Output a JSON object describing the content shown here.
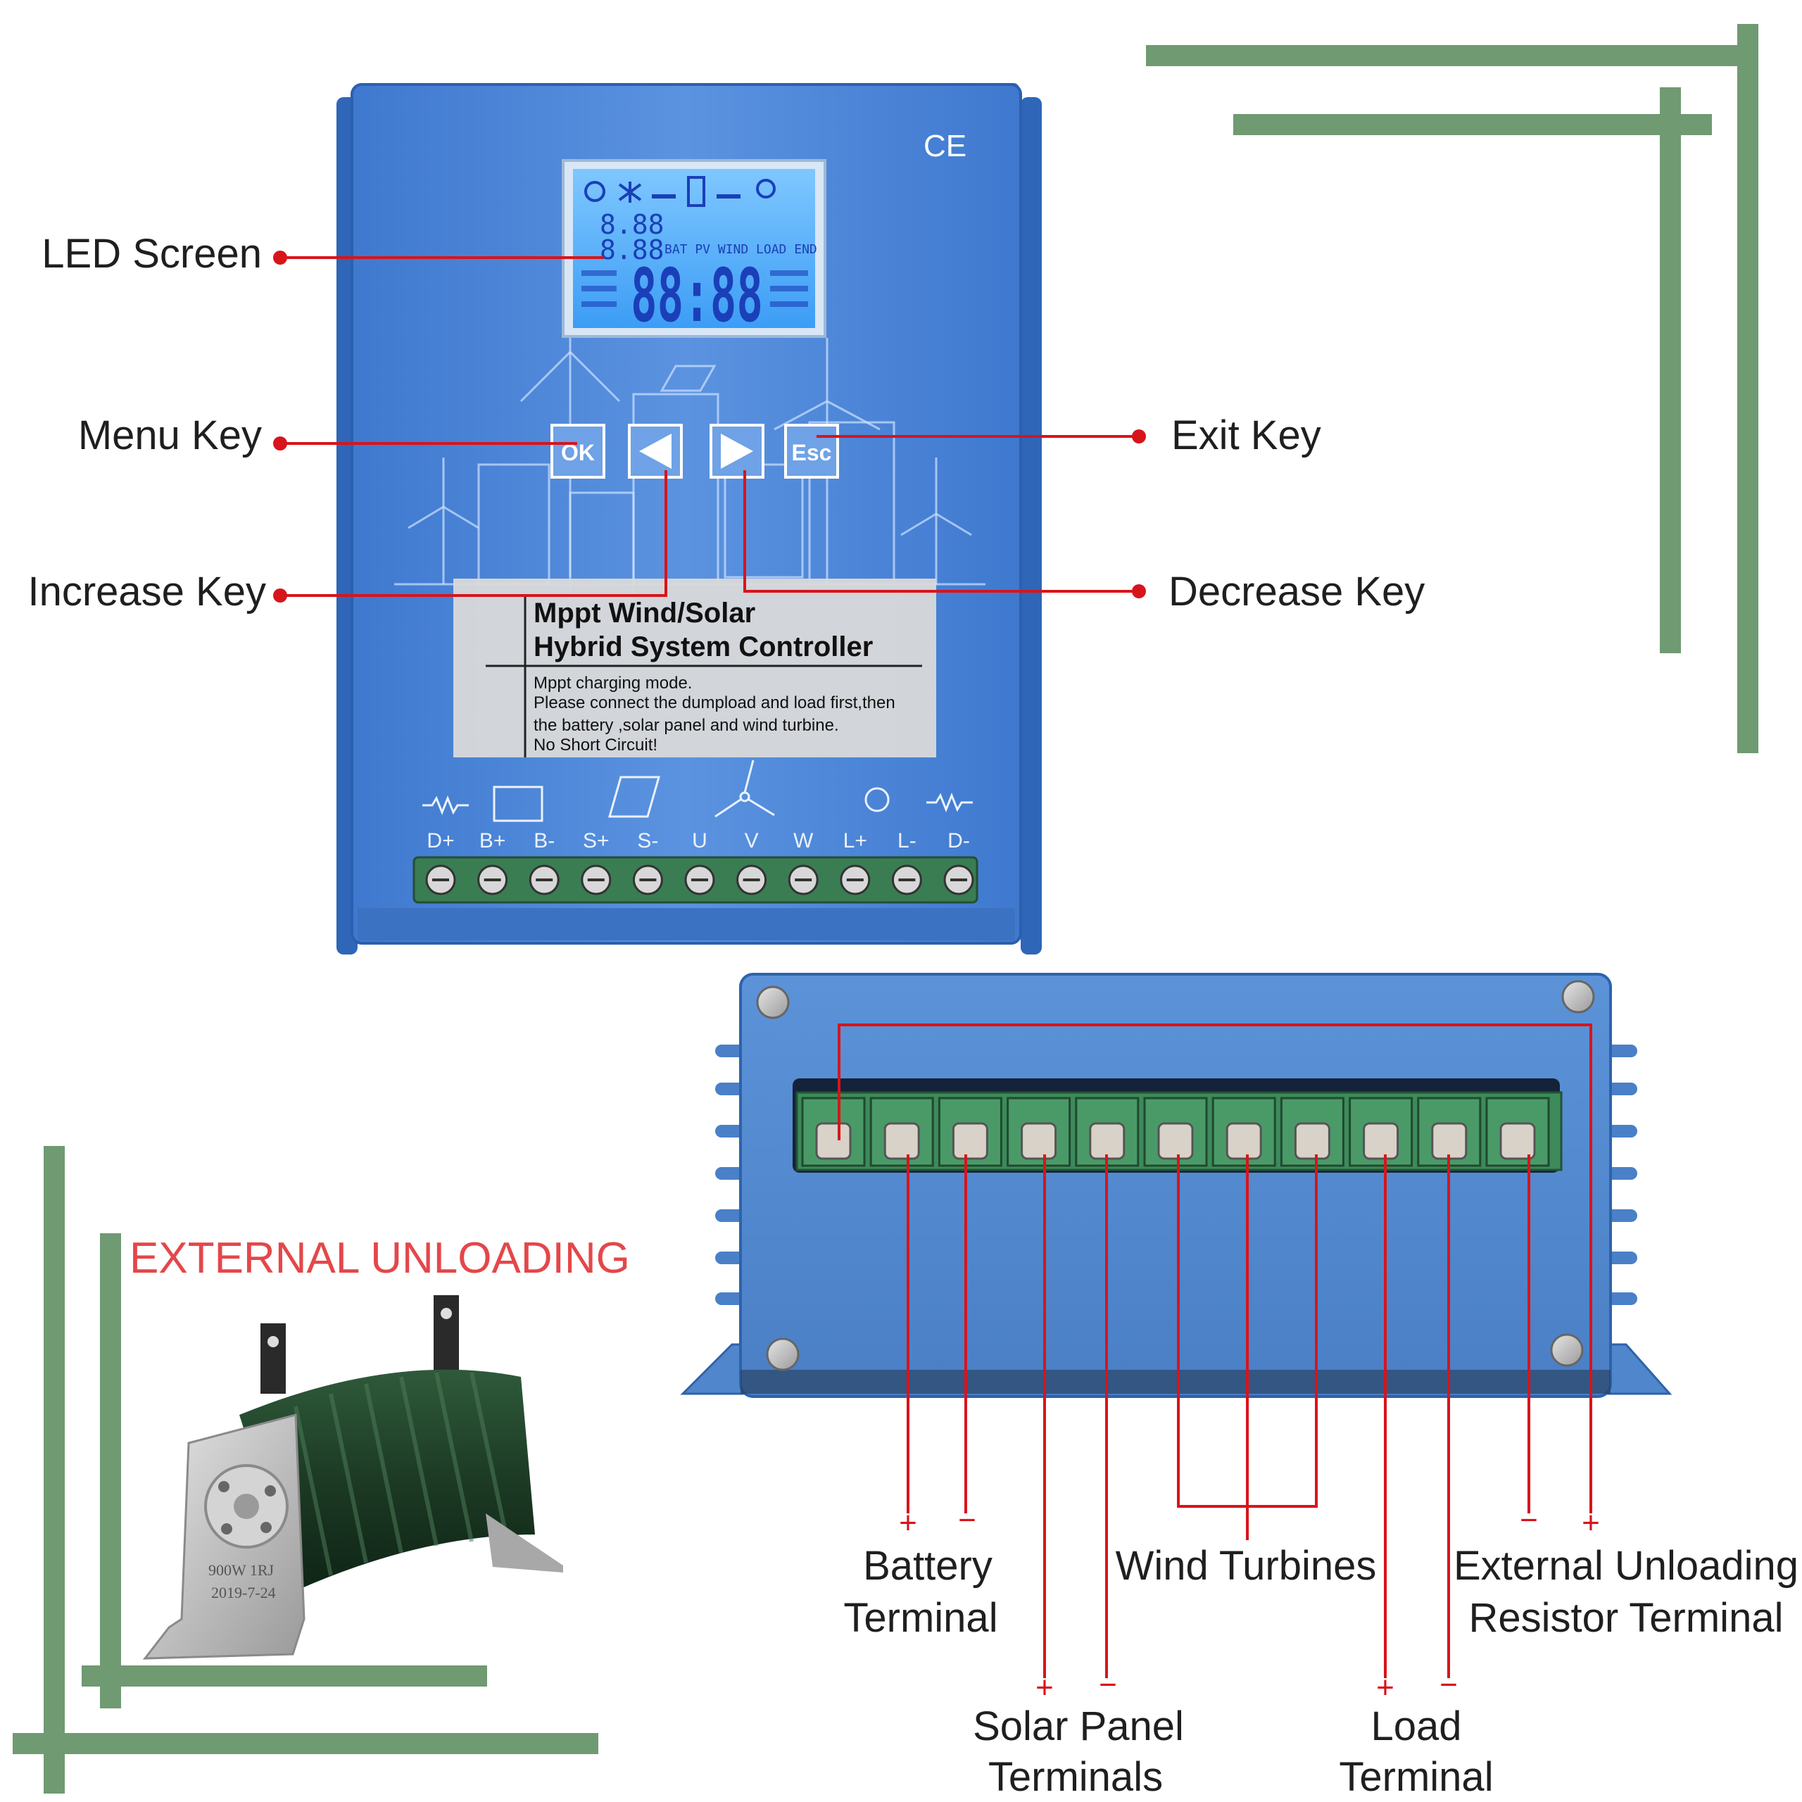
{
  "device_front": {
    "ce_mark": "CE",
    "lcd_digits": "88:88",
    "lcd_small_digits": [
      "8.88",
      "8.88"
    ],
    "lcd_words": "BAT PV WIND LOAD END",
    "keys": [
      "OK",
      "Esc"
    ],
    "panel_title_line1": "Mppt Wind/Solar",
    "panel_title_line2": "Hybrid System Controller",
    "panel_note_lines": [
      "Mppt charging mode.",
      "Please connect the dumpload and load first,then",
      "the battery ,solar panel and wind turbine.",
      "No Short Circuit!"
    ],
    "terminal_labels": [
      "D+",
      "B+",
      "B-",
      "S+",
      "S-",
      "U",
      "V",
      "W",
      "L+",
      "L-",
      "D-"
    ]
  },
  "callouts": {
    "led_screen": "LED Screen",
    "menu_key": "Menu Key",
    "increase_key": "Increase Key",
    "exit_key": "Exit Key",
    "decrease_key": "Decrease Key"
  },
  "unloading": {
    "heading": "EXTERNAL UNLOADING",
    "resistor_marking_1": "900W 1RJ",
    "resistor_marking_2": "2019-7-24"
  },
  "terminal_groups": {
    "battery_line1": "Battery",
    "battery_line2": "Terminal",
    "solar_line1": "Solar Panel",
    "solar_line2": "Terminals",
    "wind": "Wind Turbines",
    "load_line1": "Load",
    "load_line2": "Terminal",
    "unloading_line1": "External Unloading",
    "unloading_line2": "Resistor Terminal",
    "plus": "+",
    "minus": "−"
  },
  "colors": {
    "device_blue": "#4d86d6",
    "callout_red": "#d8141b",
    "frame_green": "#6f9a72"
  }
}
